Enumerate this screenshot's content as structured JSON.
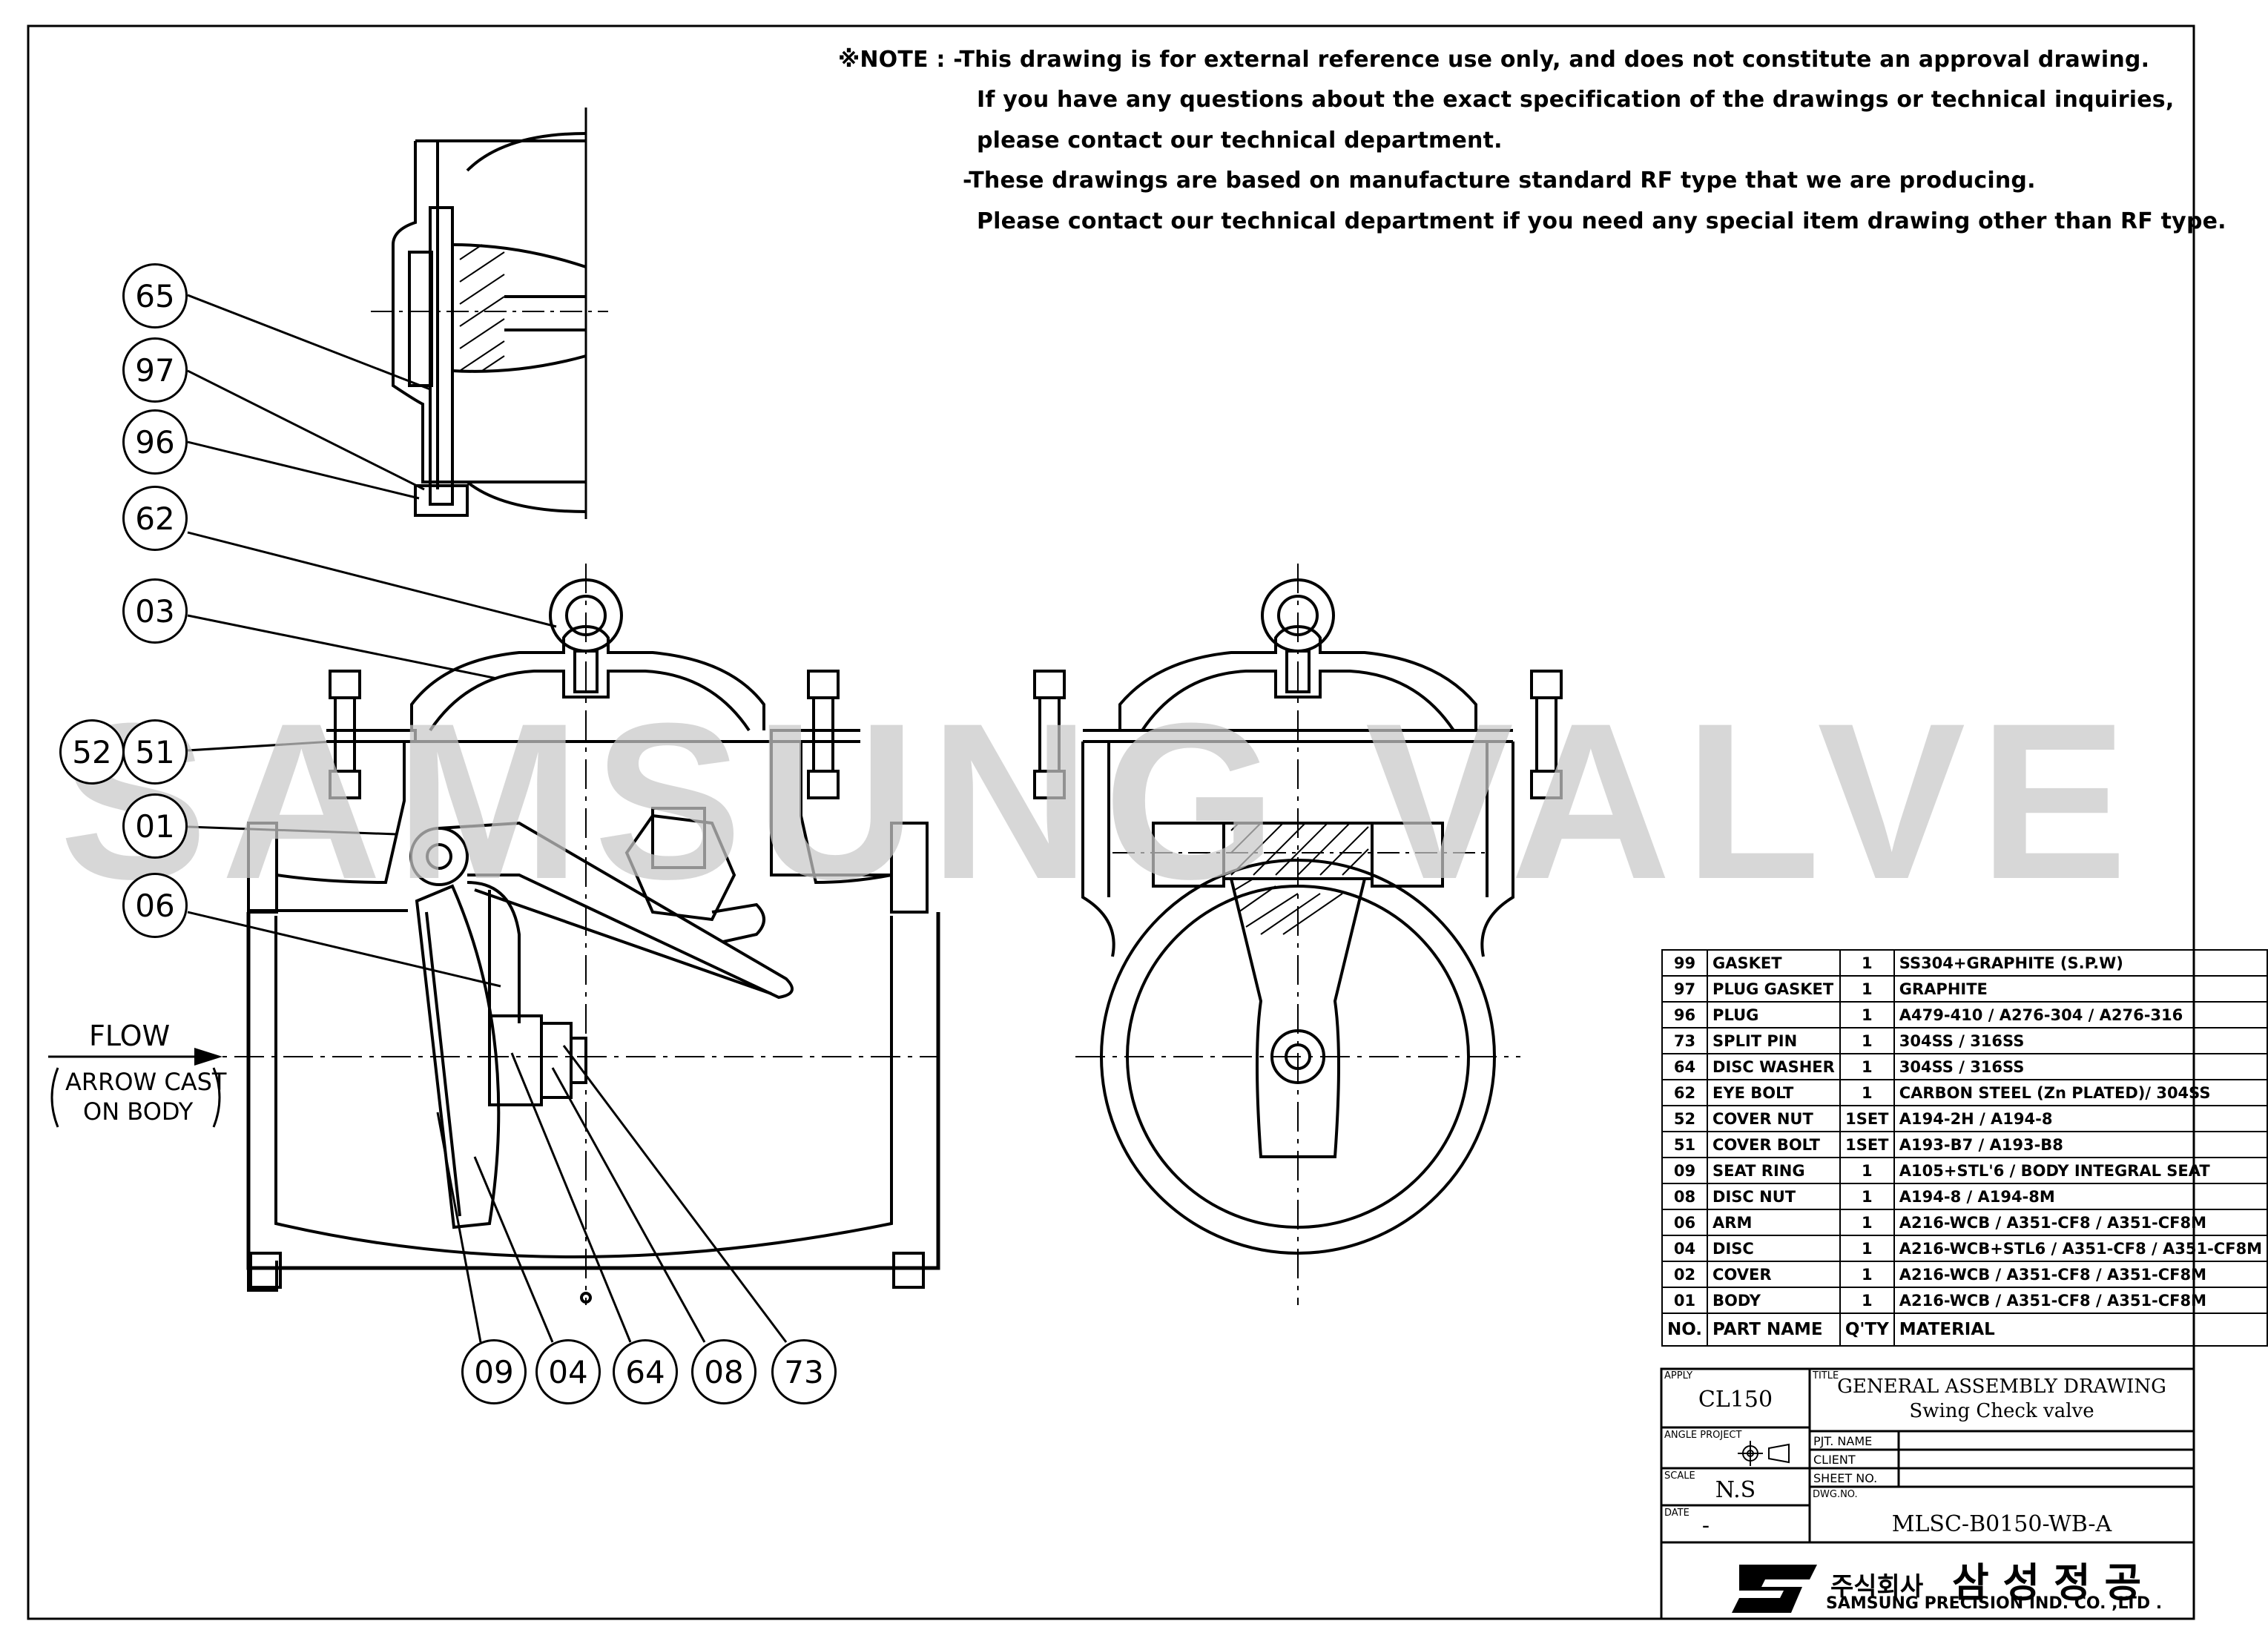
{
  "notes": [
    "※NOTE : -This drawing is for external reference use only, and does not constitute an approval drawing.",
    "If you have any questions about the exact specification of the drawings or technical inquiries,",
    "please contact our technical department.",
    "-These drawings are based on manufacture standard RF type that we are producing.",
    "Please contact our technical department if you need any special item drawing other than RF type."
  ],
  "watermark": "SAMSUNG VALVE",
  "balloons": [
    "65",
    "97",
    "96",
    "62",
    "03",
    "52",
    "51",
    "01",
    "06",
    "09",
    "04",
    "64",
    "08",
    "73"
  ],
  "flow": {
    "label": "FLOW",
    "note_line1": "ARROW CAST",
    "note_line2": "ON BODY"
  },
  "parts_list": {
    "header": {
      "no": "NO.",
      "name": "PART NAME",
      "qty": "Q'TY",
      "material": "MATERIAL"
    },
    "rows": [
      {
        "no": "99",
        "name": "GASKET",
        "qty": "1",
        "material": "SS304+GRAPHITE (S.P.W)"
      },
      {
        "no": "97",
        "name": "PLUG GASKET",
        "qty": "1",
        "material": "GRAPHITE"
      },
      {
        "no": "96",
        "name": "PLUG",
        "qty": "1",
        "material": "A479-410 / A276-304 / A276-316"
      },
      {
        "no": "73",
        "name": "SPLIT PIN",
        "qty": "1",
        "material": "304SS / 316SS"
      },
      {
        "no": "64",
        "name": "DISC WASHER",
        "qty": "1",
        "material": "304SS / 316SS"
      },
      {
        "no": "62",
        "name": "EYE BOLT",
        "qty": "1",
        "material": "CARBON STEEL (Zn PLATED)/ 304SS"
      },
      {
        "no": "52",
        "name": "COVER NUT",
        "qty": "1SET",
        "material": "A194-2H / A194-8"
      },
      {
        "no": "51",
        "name": "COVER BOLT",
        "qty": "1SET",
        "material": "A193-B7 / A193-B8"
      },
      {
        "no": "09",
        "name": "SEAT RING",
        "qty": "1",
        "material": "A105+STL'6 / BODY INTEGRAL SEAT"
      },
      {
        "no": "08",
        "name": "DISC NUT",
        "qty": "1",
        "material": "A194-8 / A194-8M"
      },
      {
        "no": "06",
        "name": "ARM",
        "qty": "1",
        "material": "A216-WCB / A351-CF8 / A351-CF8M"
      },
      {
        "no": "04",
        "name": "DISC",
        "qty": "1",
        "material": "A216-WCB+STL6 / A351-CF8 / A351-CF8M"
      },
      {
        "no": "02",
        "name": "COVER",
        "qty": "1",
        "material": "A216-WCB / A351-CF8 / A351-CF8M"
      },
      {
        "no": "01",
        "name": "BODY",
        "qty": "1",
        "material": "A216-WCB / A351-CF8 / A351-CF8M"
      }
    ]
  },
  "title_block": {
    "apply_label": "APPLY",
    "apply_value": "CL150",
    "title_label": "TITLE",
    "title_line1": "GENERAL ASSEMBLY DRAWING",
    "title_line2": "Swing Check valve",
    "angle_project_label": "ANGLE PROJECT",
    "pjt_name_label": "PJT. NAME",
    "client_label": "CLIENT",
    "sheet_no_label": "SHEET NO.",
    "scale_label": "SCALE",
    "scale_value": "N.S",
    "dwg_no_label": "DWG.NO.",
    "dwg_no_value": "MLSC-B0150-WB-A",
    "date_label": "DATE",
    "date_value": "-"
  },
  "company": {
    "korean_prefix": "주식회사",
    "korean_name": "삼 성 정 공",
    "english_name": "SAMSUNG PRECISION IND. CO. ,LTD ."
  }
}
